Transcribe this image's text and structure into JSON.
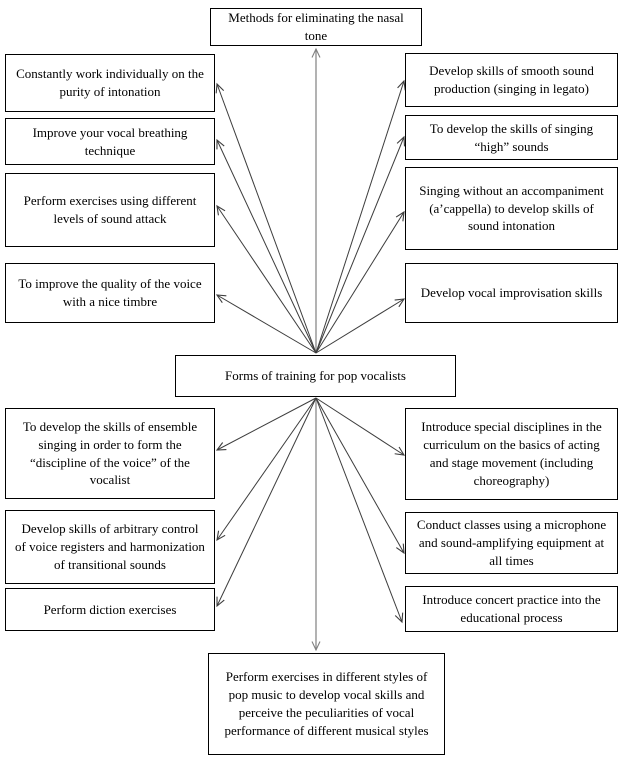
{
  "diagram": {
    "top_box": "Methods for eliminating the nasal tone",
    "center_box": "Forms of training for pop vocalists",
    "bottom_box": "Perform exercises in different styles of pop music to develop vocal skills and perceive the peculiarities of vocal performance of different musical styles",
    "upper_left": [
      "Constantly work individually on the purity of intonation",
      "Improve your vocal breathing technique",
      "Perform exercises using different levels of sound attack",
      "To improve the quality of the voice with a nice timbre"
    ],
    "upper_right": [
      "Develop skills of smooth sound production (singing in legato)",
      "To develop the skills of singing “high” sounds",
      "Singing without an accompaniment (a’cappella) to develop skills of sound intonation",
      "Develop vocal improvisation skills"
    ],
    "lower_left": [
      "To develop the skills of ensemble singing in order to form the “discipline of the voice” of the vocalist",
      "Develop skills of arbitrary control of voice registers and harmonization of transitional sounds",
      "Perform diction exercises"
    ],
    "lower_right": [
      "Introduce special disciplines in the curriculum on the basics of acting and stage movement (including choreography)",
      "Conduct classes using a microphone and sound-amplifying equipment at all times",
      "Introduce concert practice into the educational process"
    ],
    "colors": {
      "background": "#ffffff",
      "border": "#000000",
      "text": "#000000",
      "diagonal_line": "#3d3d3d",
      "vertical_line": "#808080"
    }
  }
}
